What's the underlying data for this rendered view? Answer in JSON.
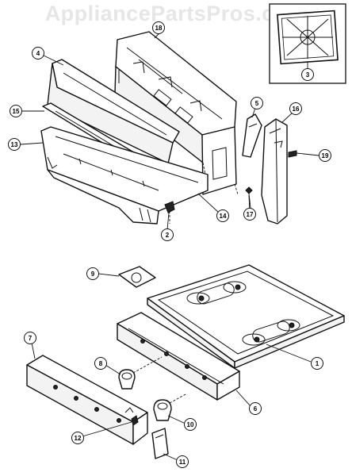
{
  "watermark": "AppliancePartsPros.com",
  "callouts": {
    "c1a": "1",
    "c2": "2",
    "c3": "3",
    "c4": "4",
    "c5": "5",
    "c6": "6",
    "c7": "7",
    "c8": "8",
    "c9": "9",
    "c10": "10",
    "c11": "11",
    "c12": "12",
    "c13": "13",
    "c14": "14",
    "c15": "15",
    "c16": "16",
    "c17": "17",
    "c18": "18",
    "c19": "19"
  }
}
